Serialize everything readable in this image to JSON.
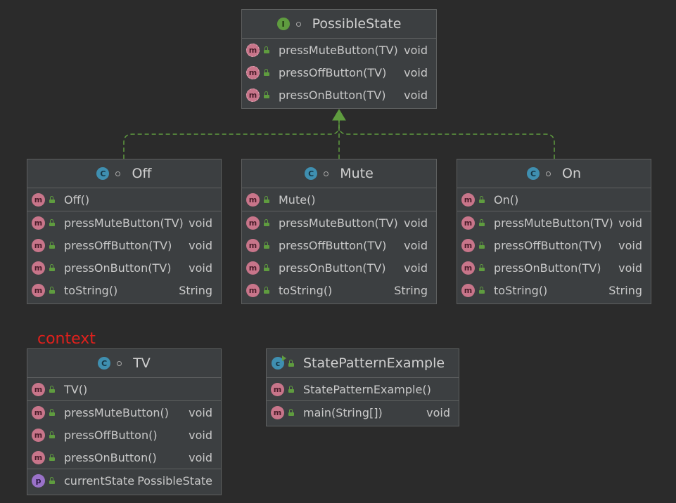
{
  "diagram": {
    "context_label": "context",
    "interface": {
      "name": "PossibleState",
      "badge": "I",
      "methods": [
        {
          "name": "pressMuteButton(TV)",
          "type": "void"
        },
        {
          "name": "pressOffButton(TV)",
          "type": "void"
        },
        {
          "name": "pressOnButton(TV)",
          "type": "void"
        }
      ]
    },
    "off": {
      "name": "Off",
      "badge": "C",
      "constructor": "Off()",
      "methods": [
        {
          "name": "pressMuteButton(TV)",
          "type": "void"
        },
        {
          "name": "pressOffButton(TV)",
          "type": "void"
        },
        {
          "name": "pressOnButton(TV)",
          "type": "void"
        },
        {
          "name": "toString()",
          "type": "String"
        }
      ]
    },
    "mute": {
      "name": "Mute",
      "badge": "C",
      "constructor": "Mute()",
      "methods": [
        {
          "name": "pressMuteButton(TV)",
          "type": "void"
        },
        {
          "name": "pressOffButton(TV)",
          "type": "void"
        },
        {
          "name": "pressOnButton(TV)",
          "type": "void"
        },
        {
          "name": "toString()",
          "type": "String"
        }
      ]
    },
    "on": {
      "name": "On",
      "badge": "C",
      "constructor": "On()",
      "methods": [
        {
          "name": "pressMuteButton(TV)",
          "type": "void"
        },
        {
          "name": "pressOffButton(TV)",
          "type": "void"
        },
        {
          "name": "pressOnButton(TV)",
          "type": "void"
        },
        {
          "name": "toString()",
          "type": "String"
        }
      ]
    },
    "tv": {
      "name": "TV",
      "badge": "C",
      "constructor": "TV()",
      "methods": [
        {
          "name": "pressMuteButton()",
          "type": "void"
        },
        {
          "name": "pressOffButton()",
          "type": "void"
        },
        {
          "name": "pressOnButton()",
          "type": "void"
        }
      ],
      "field": {
        "name": "currentState",
        "type": "PossibleState",
        "badge": "p"
      }
    },
    "example": {
      "name": "StatePatternExample",
      "constructor": "StatePatternExample()",
      "methods": [
        {
          "name": "main(String[])",
          "type": "void"
        }
      ]
    },
    "method_badge": "m",
    "colors": {
      "background": "#2b2b2b",
      "box": "#3c3f41",
      "border": "#5e6060",
      "method_icon": "#c8758a",
      "interface_icon": "#5f9c3f",
      "class_icon": "#3f8fb0",
      "property_icon": "#9a72c9",
      "realization_line": "#5f9c3f",
      "context_label": "#e0201c"
    }
  }
}
